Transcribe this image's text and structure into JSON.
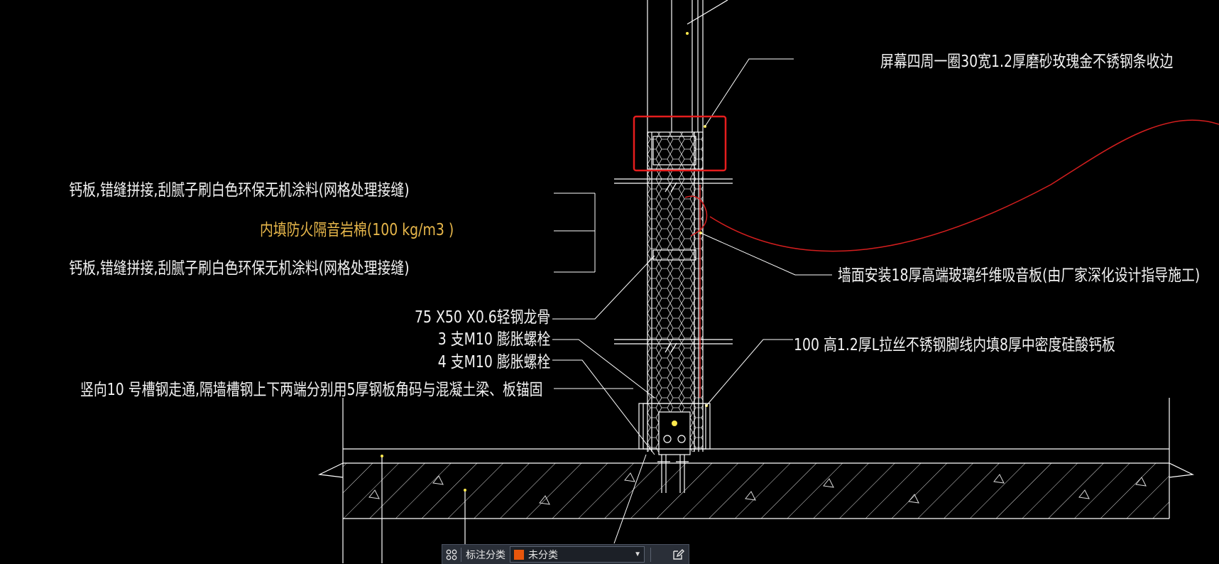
{
  "colors": {
    "background": "#000000",
    "line": "#ffffff",
    "highlight_box": "#e51d1d",
    "revision_cloud": "#d41e1e",
    "yellow_text": "#e6b64a",
    "swatch": "#e8560c"
  },
  "annotations": {
    "screen_edge": "屏幕四周一圈30宽1.2厚磨砂玫瑰金不锈钢条收边",
    "board_top": "钙板,错缝拼接,刮腻子刷白色环保无机涂料(网格处理接缝)",
    "insulation": "内填防火隔音岩棉(100 kg/m3 )",
    "board_bottom": "钙板,错缝拼接,刮腻子刷白色环保无机涂料(网格处理接缝)",
    "acoustic_panel": "墙面安装18厚高端玻璃纤维吸音板(由厂家深化设计指导施工)",
    "keel": "75 X50 X0.6轻钢龙骨",
    "bolt_3": "3 支M10 膨胀螺栓",
    "bolt_4": "4 支M10 膨胀螺栓",
    "channel": "竖向10 号槽钢走通,隔墙槽钢上下两端分别用5厚钢板角码与混凝土梁、板锚固",
    "skirting": "100 高1.2厚L拉丝不锈钢脚线内填8厚中密度硅酸钙板"
  },
  "toolbar": {
    "grid_icon": "grid-icon",
    "label": "标注分类",
    "select_value": "未分类",
    "dropdown_icon": "chevron-down-icon",
    "edit_icon": "edit-icon"
  }
}
